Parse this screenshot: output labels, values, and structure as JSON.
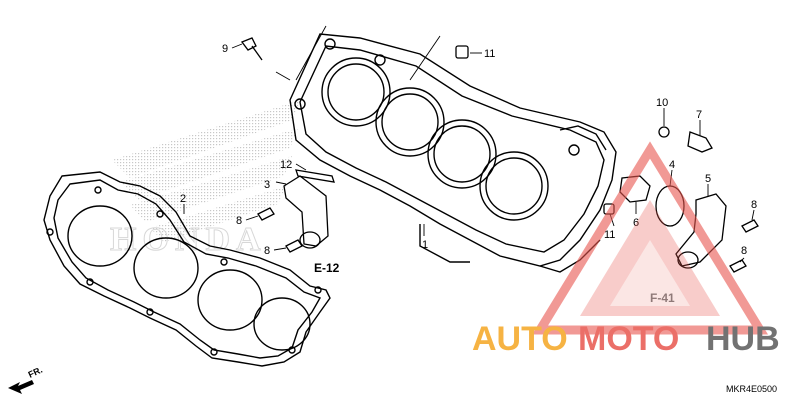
{
  "diagram": {
    "part_code": "MKR4E0500",
    "direction_label": "FR.",
    "references": {
      "e12": "E-12",
      "f41": "F-41"
    },
    "callouts": {
      "c1": "1",
      "c2": "2",
      "c3": "3",
      "c4": "4",
      "c5": "5",
      "c6": "6",
      "c7": "7",
      "c8a": "8",
      "c8b": "8",
      "c8c": "8",
      "c8d": "8",
      "c9": "9",
      "c10": "10",
      "c11a": "11",
      "c11b": "11",
      "c12": "12"
    }
  },
  "watermark": {
    "brand_part1": "AUTO",
    "brand_part2": "MOTO",
    "brand_part3": "HUB",
    "background_logo": "HONDA"
  },
  "colors": {
    "line": "#000000",
    "watermark_orange": "#f5a623",
    "watermark_red": "#e8564e",
    "watermark_gray": "#5a5a5a",
    "logo_gray": "#c8c8c8"
  }
}
